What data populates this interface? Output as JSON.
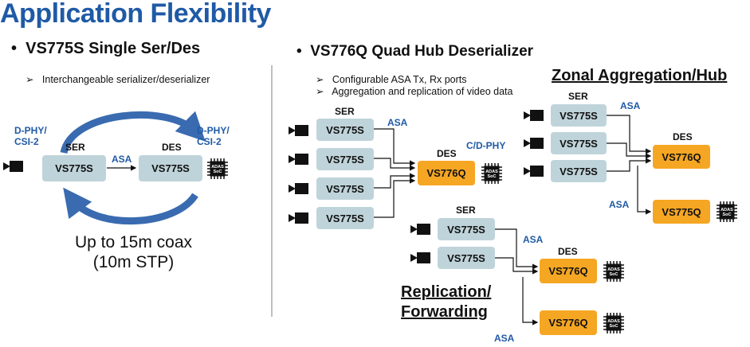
{
  "title": "Application Flexibility",
  "left": {
    "heading": "VS775S Single Ser/Des",
    "bullets": [
      "Interchangeable serializer/deserializer"
    ],
    "dphy_left": "D-PHY/\nCSI-2",
    "dphy_left_l1": "D-PHY/",
    "dphy_left_l2": "CSI-2",
    "dphy_right_l1": "D-PHY/",
    "dphy_right_l2": "CSI-2",
    "ser_label": "SER",
    "des_label": "DES",
    "ser_chip": "VS775S",
    "des_chip": "VS775S",
    "link_label": "ASA",
    "reach_l1": "Up to 15m coax",
    "reach_l2": "(10m STP)"
  },
  "right": {
    "heading": "VS776Q Quad Hub Deserializer",
    "bullets": [
      "Configurable ASA Tx, Rx ports",
      "Aggregation and replication of video data"
    ],
    "quad": {
      "ser_label": "SER",
      "ser_chips": [
        "VS775S",
        "VS775S",
        "VS775S",
        "VS775S"
      ],
      "link_label": "ASA",
      "des_label": "DES",
      "des_chip": "VS776Q",
      "output_label": "C/D-PHY"
    },
    "zonal": {
      "heading": "Zonal Aggregation/Hub",
      "ser_label": "SER",
      "ser_chips": [
        "VS775S",
        "VS775S",
        "VS775S"
      ],
      "link_label": "ASA",
      "des_label": "DES",
      "des_chip": "VS776Q",
      "fwd_label": "ASA",
      "fwd_chip": "VS775Q"
    },
    "replication": {
      "heading_l1": "Replication/",
      "heading_l2": "Forwarding",
      "ser_label": "SER",
      "ser_chips": [
        "VS775S",
        "VS775S"
      ],
      "link_label": "ASA",
      "des_label": "DES",
      "des_chip": "VS776Q",
      "fwd_label": "ASA",
      "fwd_chip": "VS776Q"
    }
  },
  "soc_label_l1": "ADAS",
  "soc_label_l2": "SoC",
  "colors": {
    "title_blue": "#1f5aa6",
    "ser_box": "#bfd4da",
    "des_box": "#f5a623"
  }
}
